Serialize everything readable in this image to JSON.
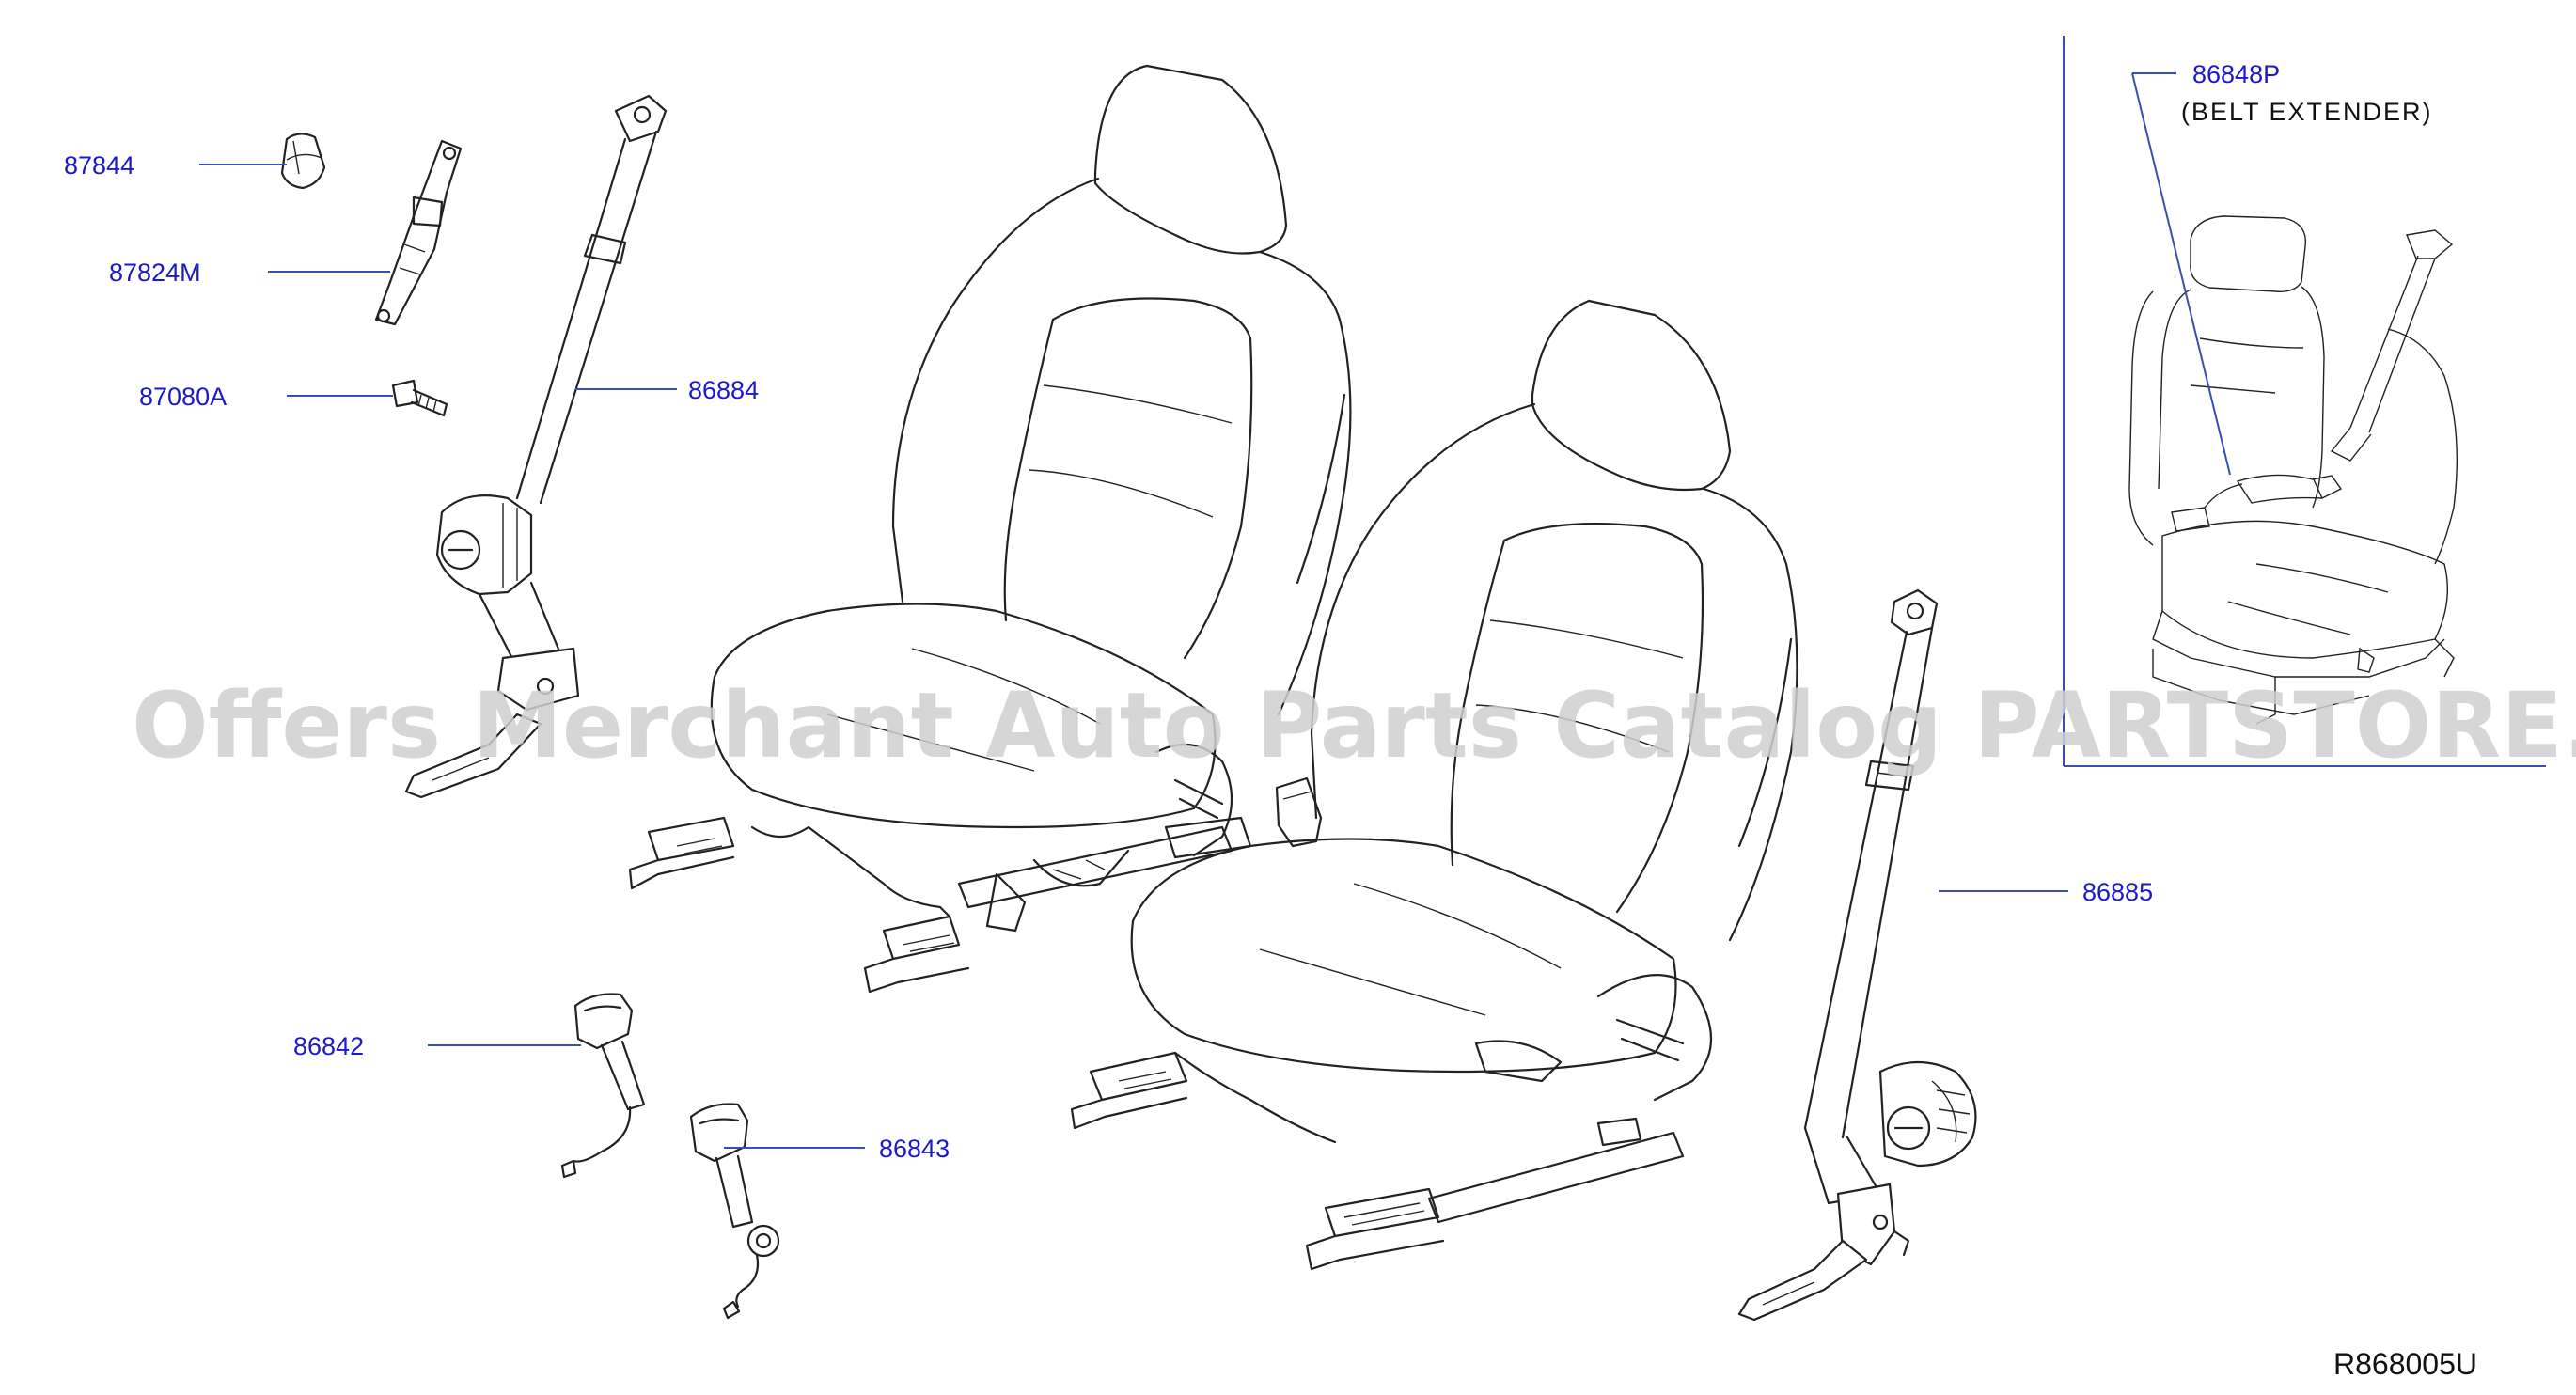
{
  "watermark": "Offers Merchant Auto Parts Catalog PARTSTORE.SA",
  "reference_code": "R868005U",
  "labels": {
    "p87844": "87844",
    "p87824m": "87824M",
    "p87080a": "87080A",
    "p86884": "86884",
    "p86885": "86885",
    "p86842": "86842",
    "p86843": "86843",
    "p86848p": "86848P",
    "p86848p_note": "(BELT   EXTENDER)"
  },
  "colors": {
    "label": "#1a1acc",
    "leader": "#3a4fb0",
    "ink": "#222222",
    "watermark": "#cfcfcf"
  }
}
